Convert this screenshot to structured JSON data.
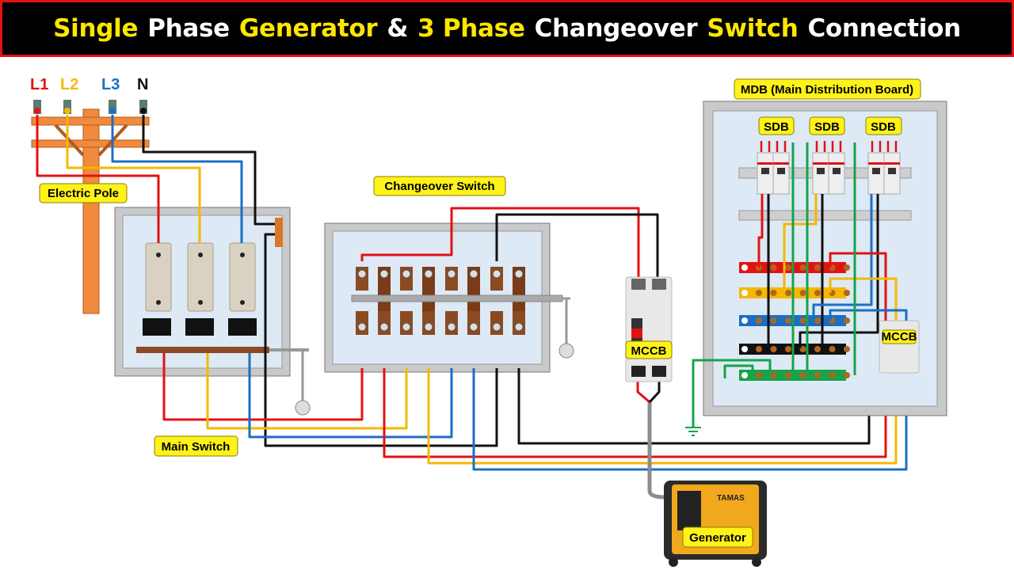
{
  "title": {
    "parts": [
      {
        "text": "Single",
        "color": "#ffe600"
      },
      {
        "text": "Phase",
        "color": "#ffffff"
      },
      {
        "text": "Generator",
        "color": "#ffe600"
      },
      {
        "text": "&",
        "color": "#ffffff"
      },
      {
        "text": "3 Phase",
        "color": "#ffe600"
      },
      {
        "text": "Changeover",
        "color": "#ffffff"
      },
      {
        "text": "Switch",
        "color": "#ffe600"
      },
      {
        "text": "Connection",
        "color": "#ffffff"
      }
    ]
  },
  "phases": {
    "l1": "L1",
    "l2": "L2",
    "l3": "L3",
    "n": "N"
  },
  "labels": {
    "electric_pole": "Electric Pole",
    "main_switch": "Main Switch",
    "changeover_switch": "Changeover Switch",
    "mccb": "MCCB",
    "generator": "Generator",
    "mdb": "MDB (Main Distribution Board)",
    "sdb": [
      "SDB",
      "SDB",
      "SDB"
    ],
    "mdb_mccb": "MCCB",
    "generator_brand": "TAMAS"
  },
  "colors": {
    "l1": "#e31212",
    "l2": "#f5b800",
    "l3": "#1a6fc4",
    "neutral": "#111111",
    "earth": "#16a34a",
    "label_bg": "#fff21a",
    "pole": "#f08a3c"
  }
}
